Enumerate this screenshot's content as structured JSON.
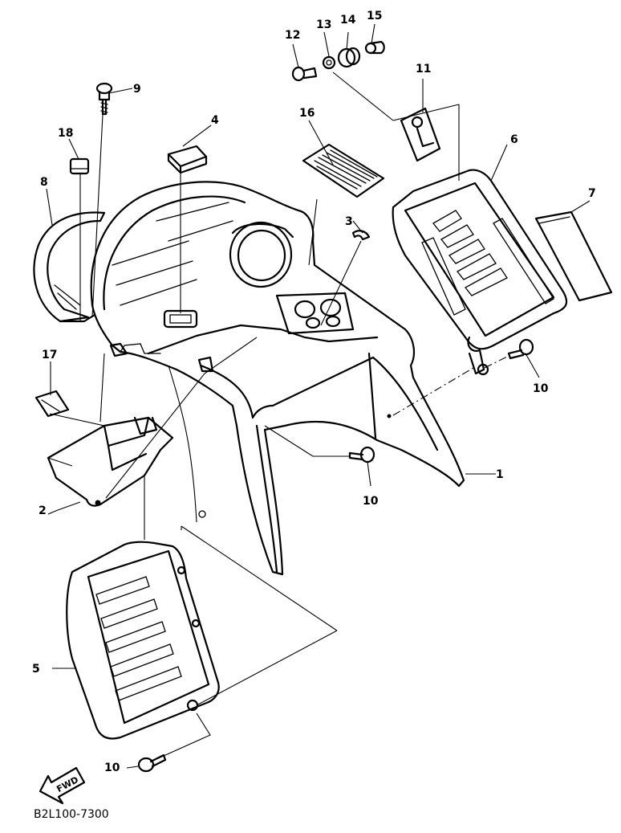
{
  "diagram": {
    "drawing_code": "B2L100-7300",
    "direction_label": "FWD",
    "callouts": {
      "p1": "1",
      "p2": "2",
      "p3": "3",
      "p4": "4",
      "p5": "5",
      "p6": "6",
      "p7": "7",
      "p8": "8",
      "p9": "9",
      "p10a": "10",
      "p10b": "10",
      "p10c": "10",
      "p11": "11",
      "p12": "12",
      "p13": "13",
      "p14": "14",
      "p15": "15",
      "p16": "16",
      "p17": "17",
      "p18": "18"
    }
  }
}
